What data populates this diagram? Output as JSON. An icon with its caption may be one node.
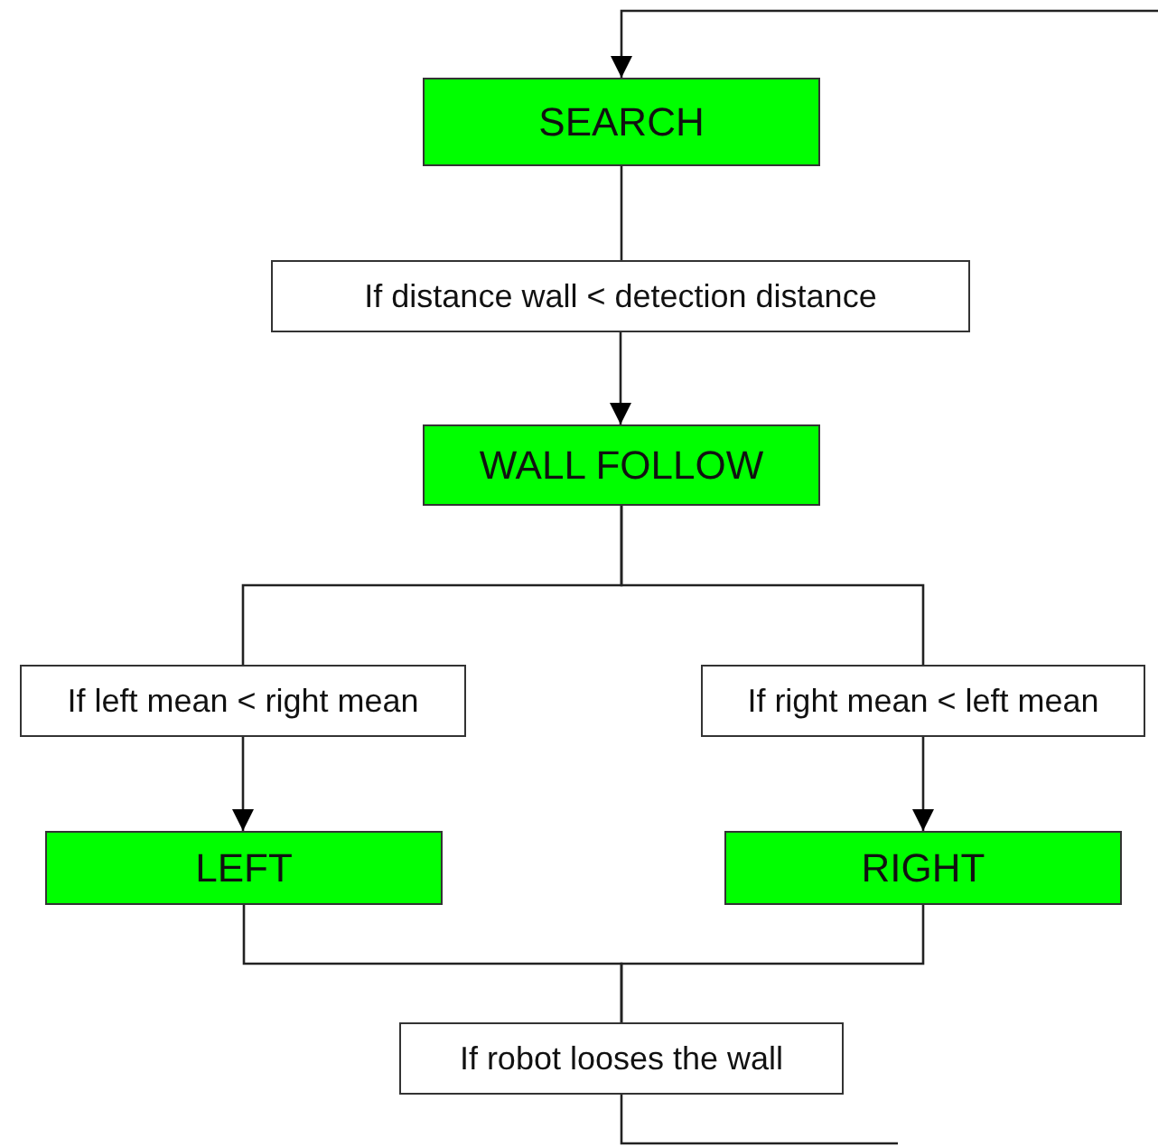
{
  "diagram": {
    "nodes": [
      {
        "text": [
          "SEARCH"
        ]
      },
      {
        "text": [
          "If distance wall < detection distance"
        ]
      },
      {
        "text": [
          "WALL FOLLOW"
        ]
      },
      {
        "text": [
          "If left mean < right mean"
        ]
      },
      {
        "text": [
          "If right mean < left mean"
        ]
      },
      {
        "text": [
          "LEFT"
        ]
      },
      {
        "text": [
          "RIGHT"
        ]
      },
      {
        "text": [
          "If robot looses the wall"
        ]
      }
    ],
    "edges": [
      {
        "from": null,
        "to": 0,
        "arrow": "to"
      },
      {
        "from": 0,
        "to": 1,
        "arrow": "none"
      },
      {
        "from": 1,
        "to": 2,
        "arrow": "to"
      },
      {
        "from": 2,
        "to": 3,
        "arrow": "none"
      },
      {
        "from": 2,
        "to": 4,
        "arrow": "none"
      },
      {
        "from": 3,
        "to": 5,
        "arrow": "to"
      },
      {
        "from": 4,
        "to": 6,
        "arrow": "to"
      },
      {
        "from": 5,
        "to": 7,
        "arrow": "none"
      },
      {
        "from": 6,
        "to": 7,
        "arrow": "none"
      },
      {
        "from": 7,
        "to": null,
        "arrow": "none"
      }
    ]
  }
}
